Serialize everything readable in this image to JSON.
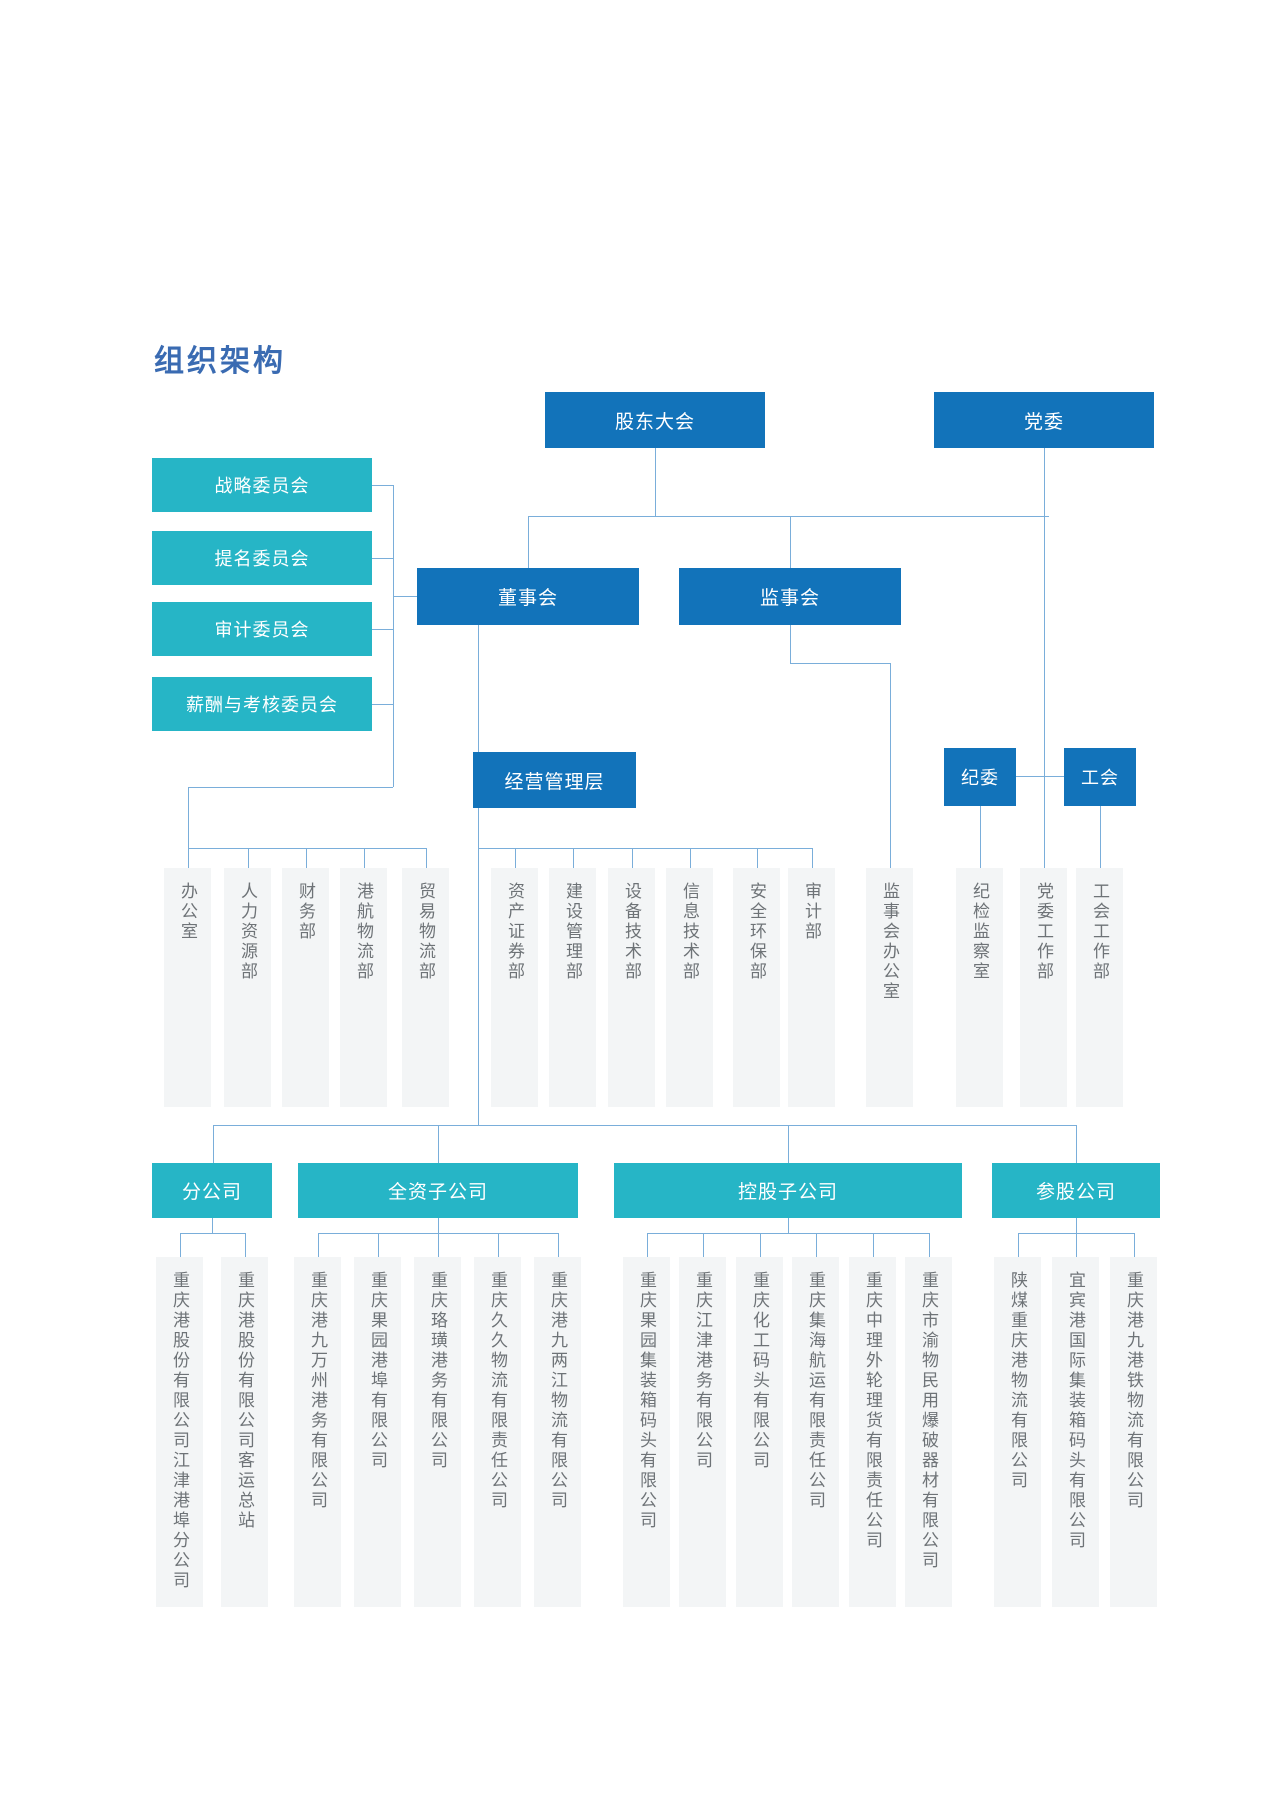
{
  "title": "组织架构",
  "colors": {
    "primary_blue": "#1273BA",
    "teal": "#26B5C6",
    "connector_line": "#7AAEDA",
    "title_text": "#3A6BB2",
    "column_bg": "#F3F5F6",
    "column_text": "#6E7377"
  },
  "nodes": {
    "shareholders_meeting": "股东大会",
    "party_committee": "党委",
    "board_of_directors": "董事会",
    "supervisory_board": "监事会",
    "management_team": "经营管理层",
    "discipline_committee": "纪委",
    "labor_union": "工会"
  },
  "board_committees": [
    "战略委员会",
    "提名委员会",
    "审计委员会",
    "薪酬与考核委员会"
  ],
  "departments": {
    "general": [
      "办公室",
      "人力资源部",
      "财务部",
      "港航物流部",
      "贸易物流部"
    ],
    "business": [
      "资产证券部",
      "建设管理部",
      "设备技术部",
      "信息技术部",
      "安全环保部",
      "审计部"
    ],
    "supervisory": [
      "监事会办公室"
    ],
    "party": [
      "纪检监察室",
      "党委工作部",
      "工会工作部"
    ]
  },
  "subsidiary_groups": [
    {
      "label": "分公司",
      "companies": [
        "重庆港股份有限公司江津港埠分公司",
        "重庆港股份有限公司客运总站"
      ]
    },
    {
      "label": "全资子公司",
      "companies": [
        "重庆港九万州港务有限公司",
        "重庆果园港埠有限公司",
        "重庆珞璜港务有限公司",
        "重庆久久物流有限责任公司",
        "重庆港九两江物流有限公司"
      ]
    },
    {
      "label": "控股子公司",
      "companies": [
        "重庆果园集装箱码头有限公司",
        "重庆江津港务有限公司",
        "重庆化工码头有限公司",
        "重庆集海航运有限责任公司",
        "重庆中理外轮理货有限责任公司",
        "重庆市渝物民用爆破器材有限公司"
      ]
    },
    {
      "label": "参股公司",
      "companies": [
        "陕煤重庆港物流有限公司",
        "宜宾港国际集装箱码头有限公司",
        "重庆港九港铁物流有限公司"
      ]
    }
  ]
}
